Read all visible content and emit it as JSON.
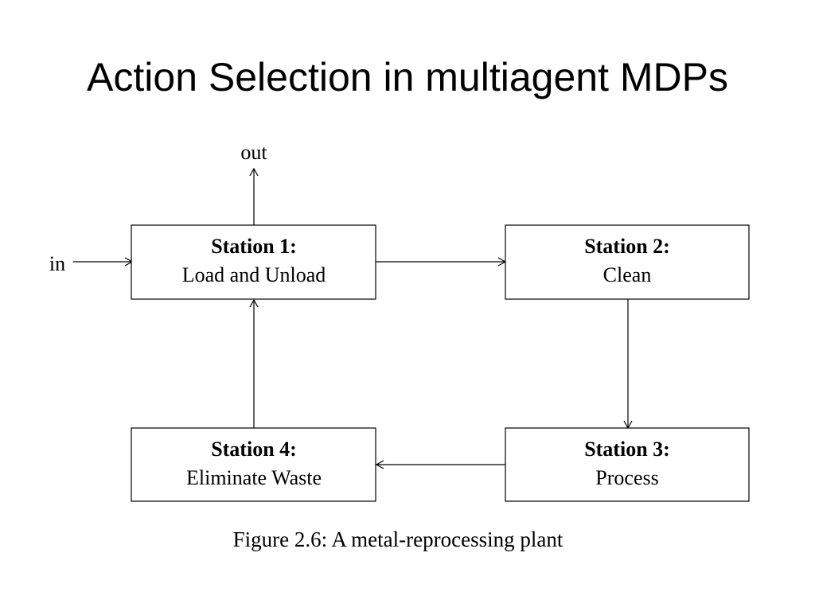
{
  "slide": {
    "title": "Action Selection in multiagent MDPs"
  },
  "diagram": {
    "input_label": "in",
    "output_label": "out",
    "stations": [
      {
        "id": "station-1",
        "heading": "Station 1:",
        "task": "Load and Unload"
      },
      {
        "id": "station-2",
        "heading": "Station 2:",
        "task": "Clean"
      },
      {
        "id": "station-3",
        "heading": "Station 3:",
        "task": "Process"
      },
      {
        "id": "station-4",
        "heading": "Station 4:",
        "task": "Eliminate Waste"
      }
    ],
    "flows": [
      {
        "from": "in",
        "to": "station-1"
      },
      {
        "from": "station-1",
        "to": "out"
      },
      {
        "from": "station-1",
        "to": "station-2"
      },
      {
        "from": "station-2",
        "to": "station-3"
      },
      {
        "from": "station-3",
        "to": "station-4"
      },
      {
        "from": "station-4",
        "to": "station-1"
      }
    ],
    "caption": "Figure 2.6: A metal-reprocessing plant"
  },
  "colors": {
    "background": "#ffffff",
    "ink": "#000000"
  }
}
